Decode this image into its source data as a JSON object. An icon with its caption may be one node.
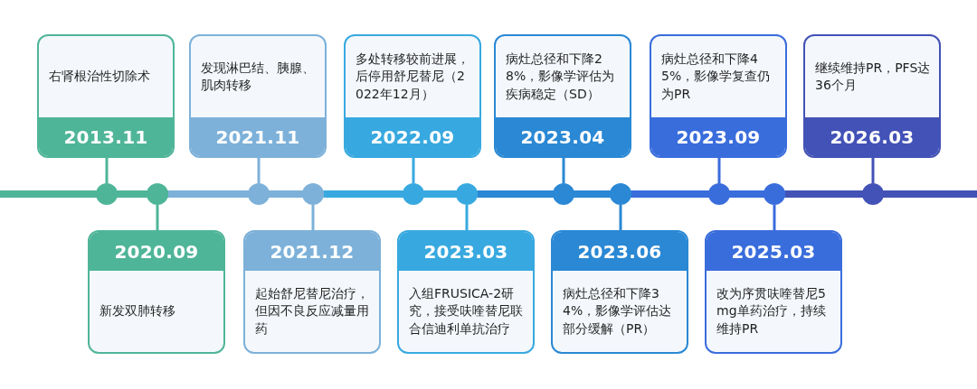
{
  "diagram": {
    "nodes": [
      {
        "text": [
          "右肾根治性切除术",
          "2013.11"
        ]
      },
      {
        "text": [
          "2020.09",
          "新发双肺转移"
        ]
      },
      {
        "text": [
          "发现淋巴结、胰腺、肌肉转移",
          "2021.11"
        ]
      },
      {
        "text": [
          "2021.12",
          "起始舒尼替尼治疗，但因不良反应减量用药"
        ]
      },
      {
        "text": [
          "多处转移较前进展，后停用舒尼替尼（2022年12月）",
          "2022.09"
        ]
      },
      {
        "text": [
          "2023.03",
          "入组FRUSICA-2研究，接受呋喹替尼联合信迪利单抗治疗"
        ]
      },
      {
        "text": [
          "病灶总径和下降28%，影像学评估为疾病稳定（SD）",
          "2023.04"
        ]
      },
      {
        "text": [
          "2023.06",
          "病灶总径和下降34%，影像学评估达部分缓解（PR）"
        ]
      },
      {
        "text": [
          "病灶总径和下降45%，影像学复查仍为PR",
          "2023.09"
        ]
      },
      {
        "text": [
          "2025.03",
          "改为序贯呋喹替尼5mg单药治疗，持续维持PR"
        ]
      },
      {
        "text": [
          "继续维持PR，PFS达36个月",
          "2026.03"
        ]
      },
      {
        "text": [],
        "shape": "circle"
      },
      {
        "text": [],
        "shape": "circle"
      },
      {
        "text": [],
        "shape": "circle"
      },
      {
        "text": [],
        "shape": "circle"
      },
      {
        "text": [],
        "shape": "circle"
      },
      {
        "text": [],
        "shape": "circle"
      },
      {
        "text": [],
        "shape": "circle"
      },
      {
        "text": [],
        "shape": "circle"
      },
      {
        "text": [],
        "shape": "circle"
      },
      {
        "text": [],
        "shape": "circle"
      },
      {
        "text": [],
        "shape": "circle"
      }
    ],
    "edges": [
      {
        "from": 0,
        "to": 11,
        "arrow": "none",
        "color": "#4fb598"
      },
      {
        "from": 1,
        "to": 12,
        "arrow": "none",
        "color": "#4fb598"
      },
      {
        "from": 2,
        "to": 13,
        "arrow": "none",
        "color": "#7db1d9"
      },
      {
        "from": 3,
        "to": 14,
        "arrow": "none",
        "color": "#7db1d9"
      },
      {
        "from": 4,
        "to": 15,
        "arrow": "none",
        "color": "#38a9e0"
      },
      {
        "from": 5,
        "to": 16,
        "arrow": "none",
        "color": "#38a9e0"
      },
      {
        "from": 6,
        "to": 17,
        "arrow": "none",
        "color": "#2a88d4"
      },
      {
        "from": 7,
        "to": 18,
        "arrow": "none",
        "color": "#2a88d4"
      },
      {
        "from": 8,
        "to": 19,
        "arrow": "none",
        "color": "#3a6ddc"
      },
      {
        "from": 9,
        "to": 20,
        "arrow": "none",
        "color": "#3a6ddc"
      },
      {
        "from": 10,
        "to": 21,
        "arrow": "none",
        "color": "#4352b6"
      }
    ]
  }
}
